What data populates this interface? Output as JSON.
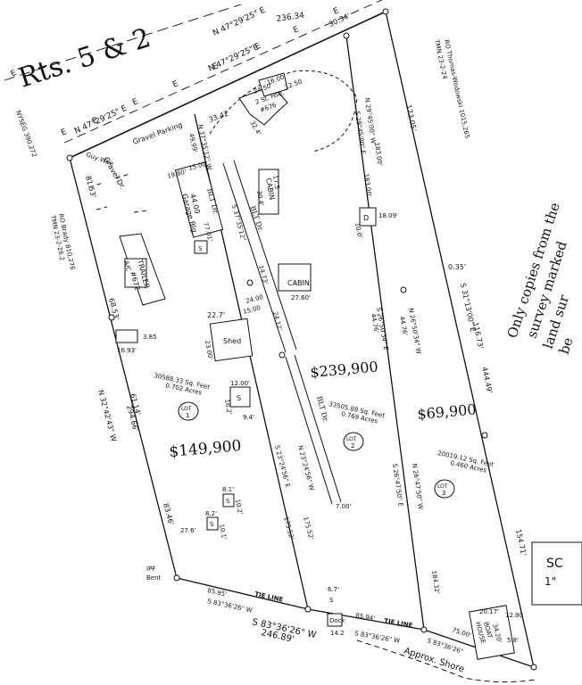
{
  "road": {
    "name": "Rts. 5 & 2",
    "fence_mark": "E",
    "label_left": "E",
    "bearings": [
      "N 47°29'25\" E",
      "N 47°29'25\" E",
      "N 47°29'25\" E"
    ],
    "dist_top": "236.34",
    "dist_top_seg": "30.34'",
    "gravel_parking": "Gravel Parking",
    "gravel_dr": "Gravel Dr.",
    "guy_wire": "Guy Wire",
    "nyseg": "NYSEG 390,272"
  },
  "owners": {
    "right": [
      "RO Thomas-Wodowski 1015,265",
      "TMN 23-2-24"
    ],
    "left": [
      "RO Brady 810,276",
      "TMN 23-2-26.2"
    ]
  },
  "house": {
    "labels": [
      "2 St. Hse.",
      "#676"
    ],
    "dims": [
      "16.00",
      "24.50'",
      "12.50",
      "32.4'",
      "33.42"
    ]
  },
  "lines": {
    "west": [
      "N 32°42'43\" W",
      "294.66'",
      "81.53'",
      "68.53'",
      "61.14'",
      "83.46'"
    ],
    "mid1": [
      "N 37°35'12\" W",
      "S 37°35'12\"",
      "49.99'",
      "77.01'",
      "24.12'",
      "S 23°24'56\" E",
      "175.52'",
      "N 23°24'56\" W",
      "175.52'"
    ],
    "mid2": [
      "N 29°45'00\" W",
      "S 29°45'00\" E",
      "183.00'",
      "183.00'",
      "S 26°50'34\" E",
      "N 26°50'34\" W",
      "44.76'",
      "44.76'",
      "N 26°47'50\" W",
      "S 26°47'50\" E",
      "184.32'"
    ],
    "east": [
      "173.05'",
      "S 31°13'00\" E",
      "444.49'",
      "0.35'",
      "116.73'",
      "154.71'"
    ],
    "south": [
      "85.95'",
      "S 83°36'26\" W",
      "TIE LINE",
      "S 83°36'26\" W",
      "246.89'",
      "85.94'",
      "TIE LINE",
      "S 83°36'26\" W",
      "S 83°36'26\"",
      "75.00'"
    ]
  },
  "structures": {
    "garage": [
      "BLT Dr.",
      "44.00",
      "Garage Blg.",
      "19.80'",
      "15.00'",
      "S"
    ],
    "cabin1": [
      "CABIN",
      "17.5",
      "30.4'"
    ],
    "blt_dr2": "BLT Dr.",
    "d": [
      "D",
      "18.09'",
      "10.0'"
    ],
    "cabin2": [
      "CABIN",
      "27.60'",
      "14.73'"
    ],
    "trailer": [
      "TRAILER",
      "#672",
      "A/C",
      "16.93'",
      "3.85"
    ],
    "shed": [
      "Shed",
      "22.7'",
      "23.00'",
      "15.00",
      "24.00"
    ],
    "well": [
      "S",
      "12.00'",
      "16.2'",
      "9.4'"
    ],
    "small_s": [
      "S",
      "8.1'",
      "10.2'",
      "S",
      "8.2'",
      "10.1'",
      "27.6'"
    ],
    "dock": [
      "Dock",
      "14.2",
      "6.7'",
      "S"
    ],
    "boathouse": [
      "BOAT",
      "HOUSE",
      "20.17'",
      "12.90",
      "34.20'",
      "5.8'"
    ]
  },
  "lots": [
    {
      "label": "LOT",
      "number": "1",
      "area": "30588.33 Sq. Feet",
      "acres": "0.702 Acres",
      "price": "$149,900"
    },
    {
      "label": "LOT",
      "number": "2",
      "area": "33505.88 Sq. Feet",
      "acres": "0.769 Acres",
      "price": "$239,900"
    },
    {
      "label": "LOT",
      "number": "3",
      "area": "20019.12 Sq. Feet",
      "acres": "0.460 Acres",
      "price": "$69,900"
    }
  ],
  "notes": {
    "ipf": [
      "IPF",
      "Bent"
    ],
    "shore": "Approx. Shore",
    "blt_dr3": "BLT Dr.",
    "seven": "7.00'",
    "copies": [
      "Only copies from the",
      "survey marked",
      "land sur",
      "be"
    ],
    "corner_box": [
      "SC",
      "1\""
    ]
  }
}
